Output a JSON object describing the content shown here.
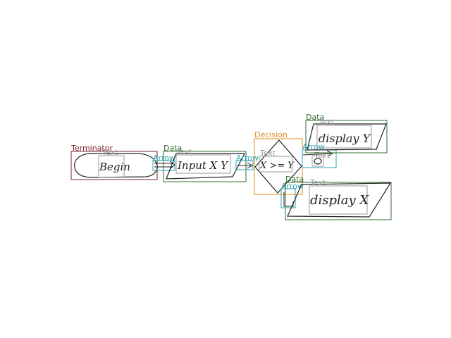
{
  "colors": {
    "terminator": "#7a1f2b",
    "data": "#2f6b2f",
    "decision": "#e08a1e",
    "arrow": "#2aa6b8",
    "text": "#9a9a9a",
    "ink": "#222222"
  },
  "annotations": {
    "terminator_label": "Terminator",
    "data_label": "Data",
    "decision_label": "Decision",
    "arrow_label": "Arrow",
    "text_label": "Text"
  },
  "handwriting": {
    "begin": "Begin",
    "input": "Input X Y",
    "condition": "X >= Y",
    "display_y": "display Y",
    "display_x": "display X",
    "circle": "O"
  }
}
